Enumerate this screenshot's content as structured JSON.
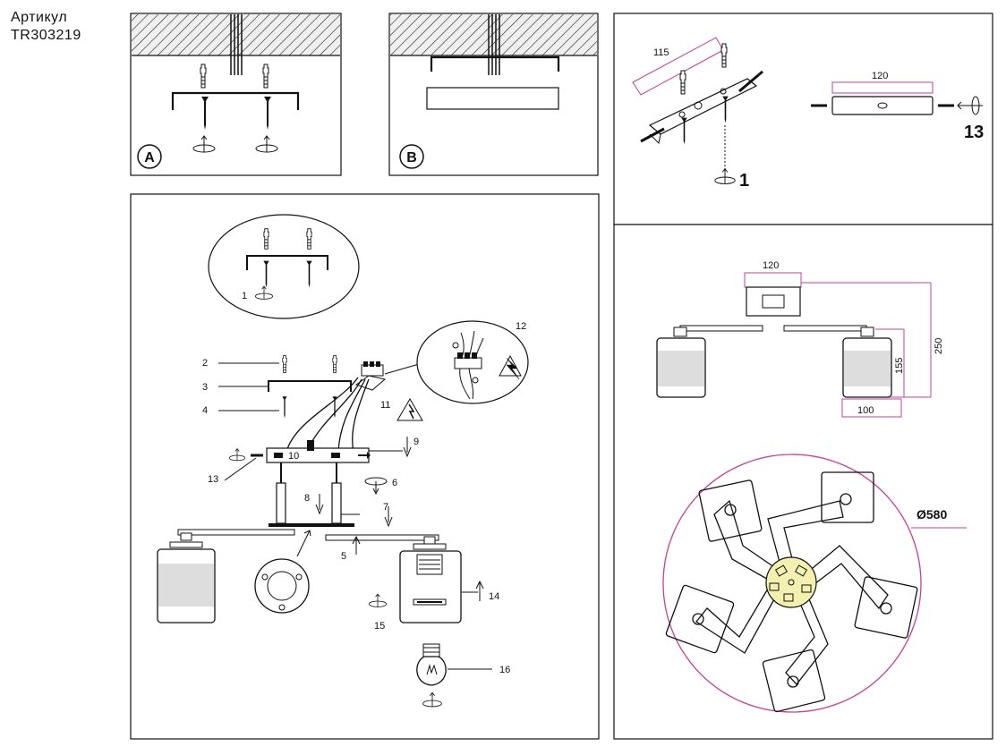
{
  "article": {
    "label": "Артикул",
    "code": "TR303219"
  },
  "panel_a": {
    "badge": "A"
  },
  "panel_b": {
    "badge": "B"
  },
  "main": {
    "steps": [
      "1",
      "2",
      "3",
      "4",
      "5",
      "6",
      "7",
      "8",
      "9",
      "10",
      "11",
      "12",
      "13",
      "14",
      "15",
      "16"
    ]
  },
  "mount": {
    "dim_bracket": "115",
    "dim_plate": "120",
    "step_left": "1",
    "step_right": "13"
  },
  "side": {
    "dim_top": "120",
    "dim_height_total": "250",
    "dim_height_shade": "155",
    "dim_shade_width": "100"
  },
  "top_view": {
    "diameter": "Ø580"
  },
  "colors": {
    "dimension": "#c0409a",
    "highlight": "#f3f0b0",
    "hatch_bg": "#e9e9e9"
  }
}
